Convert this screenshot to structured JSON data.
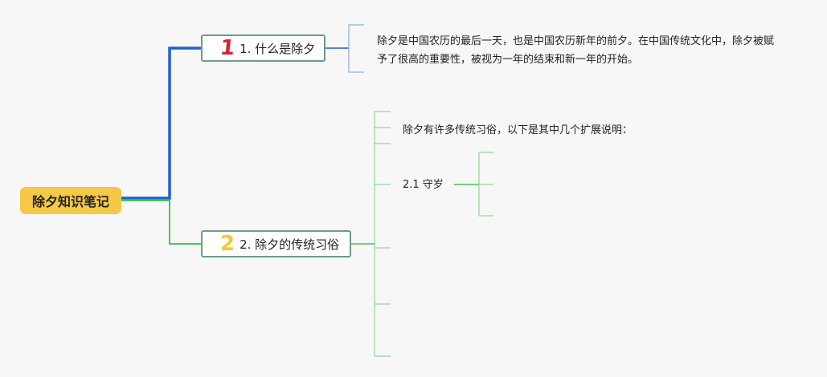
{
  "mindmap": {
    "root": {
      "label": "除夕知识笔记"
    },
    "topic1": {
      "number": "1",
      "label": "1. 什么是除夕",
      "note": "除夕是中国农历的最后一天，也是中国农历新年的前夕。在中国传统文化中，除夕被赋予了很高的重要性，被视为一年的结束和新一年的开始。"
    },
    "topic2": {
      "number": "2",
      "label": "2. 除夕的传统习俗",
      "intro": "除夕有许多传统习俗，以下是其中几个扩展说明：",
      "subtopic": "2.1 守岁"
    }
  },
  "colors": {
    "root_fill": "#f6c847",
    "topic_border": "#6b9e8a",
    "branch1": "#1f5fd6",
    "branch1_bracket": "#8faee0",
    "branch2": "#4cc25c",
    "branch2_bracket": "#8fd89a",
    "number1": "#d8213a",
    "number2": "#f1c936"
  }
}
